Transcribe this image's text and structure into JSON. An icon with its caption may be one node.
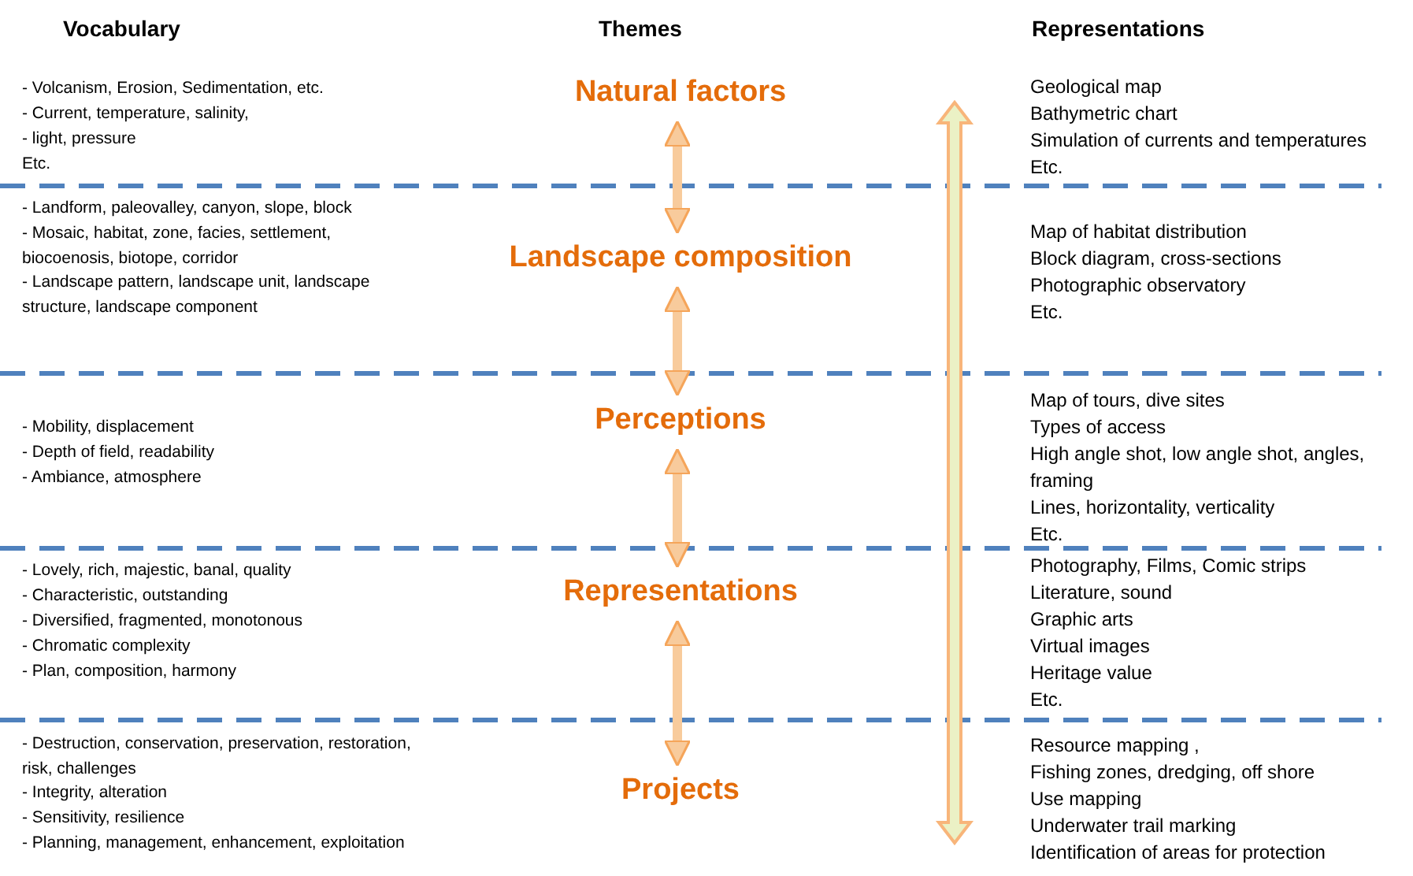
{
  "diagram": {
    "nodes": [
      {
        "text": [
          "Natural factors"
        ]
      },
      {
        "text": [
          "Landscape composition"
        ]
      },
      {
        "text": [
          "Perceptions"
        ]
      },
      {
        "text": [
          "Representations"
        ]
      },
      {
        "text": [
          "Projects"
        ]
      }
    ],
    "edges": [
      {
        "from": 0,
        "to": 1,
        "arrow": "both"
      },
      {
        "from": 1,
        "to": 2,
        "arrow": "both"
      },
      {
        "from": 2,
        "to": 3,
        "arrow": "both"
      },
      {
        "from": 3,
        "to": 4,
        "arrow": "both"
      }
    ],
    "labels": [
      "Vocabulary",
      "Themes",
      "Representations",
      "- Volcanism, Erosion, Sedimentation, etc.",
      "- Current, temperature, salinity,",
      "- light, pressure",
      "Etc.",
      "Geological map",
      "Bathymetric chart",
      "Simulation of currents and temperatures",
      "Etc.",
      "- Landform, paleovalley, canyon, slope, block",
      "- Mosaic, habitat, zone, facies, settlement, biocoenosis, biotope, corridor",
      "- Landscape pattern, landscape unit, landscape structure, landscape component",
      "Map of habitat distribution",
      "Block diagram, cross-sections",
      "Photographic observatory",
      "Etc.",
      "- Mobility, displacement",
      "- Depth of field, readability",
      "- Ambiance, atmosphere",
      "Map of tours, dive sites",
      "Types of access",
      "High angle shot, low angle shot, angles, framing",
      "Lines, horizontality, verticality",
      "Etc.",
      "- Lovely, rich, majestic, banal, quality",
      "- Characteristic, outstanding",
      "- Diversified, fragmented, monotonous",
      "- Chromatic complexity",
      "- Plan, composition, harmony",
      "Photography, Films, Comic strips",
      "Literature, sound",
      "Graphic arts",
      "Virtual images",
      "Heritage value",
      "Etc.",
      "- Destruction, conservation, preservation, restoration, risk, challenges",
      "- Integrity, alteration",
      "- Sensitivity, resilience",
      "- Planning, management, enhancement, exploitation",
      "Resource mapping ,",
      "Fishing zones, dredging, off shore",
      "Use mapping",
      "Underwater trail marking",
      "Identification of areas for protection"
    ]
  }
}
